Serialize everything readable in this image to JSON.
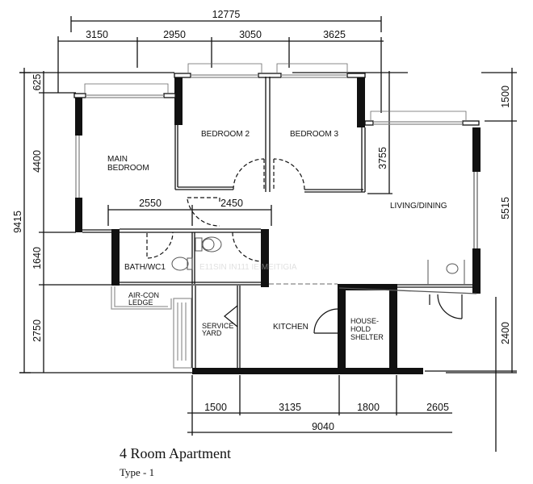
{
  "title": "4 Room Apartment",
  "subtitle": "Type - 1",
  "rooms": {
    "main_bedroom": [
      "MAIN",
      "BEDROOM"
    ],
    "bedroom2": "BEDROOM 2",
    "bedroom3": "BEDROOM 3",
    "living_dining": "LIVING/DINING",
    "bath_wc1": "BATH/WC1",
    "bath_wc2_obscured": "",
    "aircon_ledge": [
      "AIR-CON",
      "LEDGE"
    ],
    "service_yard": [
      "SERVICE",
      "YARD"
    ],
    "kitchen": "KITCHEN",
    "household_shelter": [
      "HOUSE-",
      "HOLD",
      "SHELTER"
    ]
  },
  "dimensions": {
    "top_total": "12775",
    "top_segments": [
      "3150",
      "2950",
      "3050",
      "3625"
    ],
    "left_total": "9415",
    "left_segments": [
      "625",
      "4400",
      "1640",
      "2750"
    ],
    "right_segments": [
      "1500",
      "5515",
      "2400"
    ],
    "bottom_segments": [
      "1500",
      "3135",
      "1800",
      "2605"
    ],
    "bottom_total": "9040",
    "interior": {
      "bath_width_1": "2550",
      "bath_width_2": "2450",
      "living_depth": "3755"
    }
  }
}
